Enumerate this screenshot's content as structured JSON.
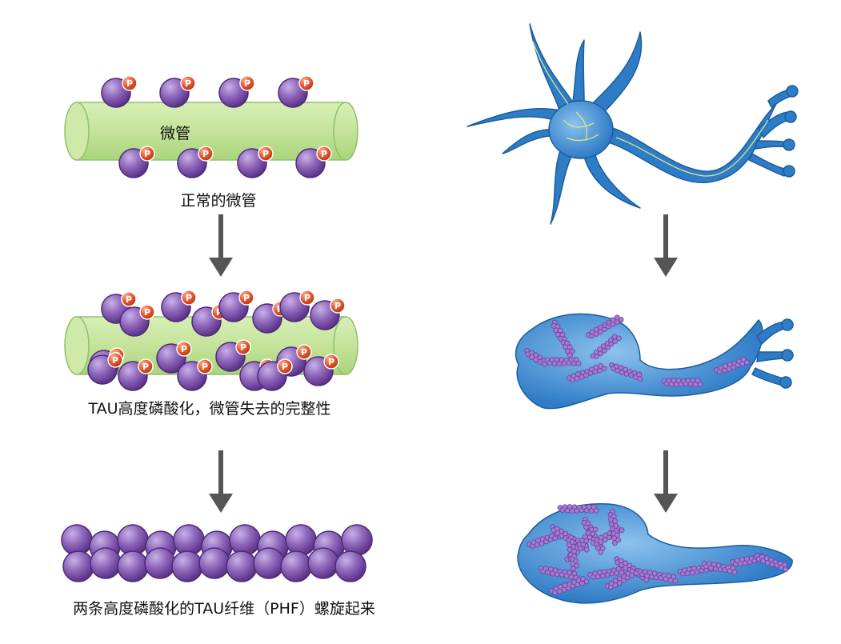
{
  "labels": {
    "microtubule_tag": "微管",
    "normal_caption": "正常的微管",
    "hyper_caption": "TAU高度磷酸化，微管失去的完整性",
    "phf_caption": "两条高度磷酸化的TAU纤维（PHF）螺旋起来",
    "phosphate_letter": "P"
  },
  "colors": {
    "tube": "#c4e39a",
    "tube_edge": "#8fc06a",
    "tau": "#8a62b6",
    "tau_edge": "#4e2a7a",
    "phosphate": "#e4572e",
    "neuron": "#2f7cc6",
    "neuron_edge": "#1b5d9e",
    "fibril": "#a37bd1",
    "arrow": "#555555"
  }
}
